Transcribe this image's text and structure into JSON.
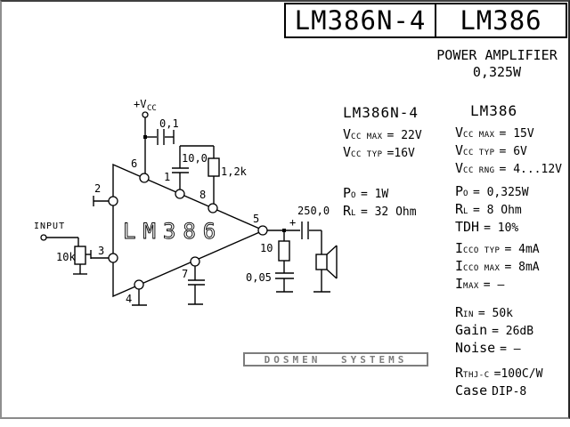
{
  "header": {
    "box1": "LM386N-4",
    "box2": "LM386",
    "subtitle1": "POWER AMPLIFIER",
    "subtitle2": "0,325W"
  },
  "schematic": {
    "ic_label": "LM386",
    "vcc_label": "+V",
    "vcc_sub": "CC",
    "input_label": "INPUT",
    "plus_sign": "+",
    "components": {
      "pot_input": "10k",
      "cap_decoupling": "0,1",
      "cap_gain": "10,0",
      "res_gain": "1,2k",
      "cap_output": "250,0",
      "res_zobel": "10",
      "cap_zobel": "0,05"
    },
    "pins": {
      "p1": "1",
      "p2": "2",
      "p3": "3",
      "p4": "4",
      "p5": "5",
      "p6": "6",
      "p7": "7",
      "p8": "8"
    }
  },
  "specs_left": {
    "title": "LM386N-4",
    "rows": [
      {
        "base": "V",
        "sub": "CC MAX",
        "val": "= 22V"
      },
      {
        "base": "V",
        "sub": "CC TYP",
        "val": "=16V"
      },
      {
        "base": "P",
        "sub": "O",
        "val": "=  1W"
      },
      {
        "base": "R",
        "sub": "L",
        "val": "=  32 Ohm"
      }
    ]
  },
  "specs_right": {
    "title": "LM386",
    "rows": [
      {
        "base": "V",
        "sub": "CC MAX",
        "val": "= 15V"
      },
      {
        "base": "V",
        "sub": "CC TYP",
        "val": "= 6V"
      },
      {
        "base": "V",
        "sub": "CC RNG",
        "val": "= 4...12V"
      },
      {
        "base": "P",
        "sub": "O",
        "val": "= 0,325W"
      },
      {
        "base": "R",
        "sub": "L",
        "val": "= 8 Ohm"
      },
      {
        "base": "TDH",
        "sub": "",
        "val": "= 10%"
      },
      {
        "base": "I",
        "sub": "CCO TYP",
        "val": "= 4mA"
      },
      {
        "base": "I",
        "sub": "CCO MAX",
        "val": "= 8mA"
      },
      {
        "base": "I",
        "sub": "MAX",
        "val": "=   –"
      },
      {
        "base": "R",
        "sub": "IN",
        "val": "= 50k"
      },
      {
        "base": "Gain",
        "sub": "",
        "val": "= 26dB"
      },
      {
        "base": "Noise",
        "sub": "",
        "val": "=  –"
      },
      {
        "base": "R",
        "sub": "THJ-C",
        "val": "=100C/W"
      },
      {
        "base": "Case",
        "sub": "",
        "val": "DIP-8"
      }
    ]
  },
  "footer": {
    "brand": "DOSMEN SYSTEMS"
  },
  "colors": {
    "ink": "#000000",
    "brand_gray": "#7d7d7d"
  }
}
